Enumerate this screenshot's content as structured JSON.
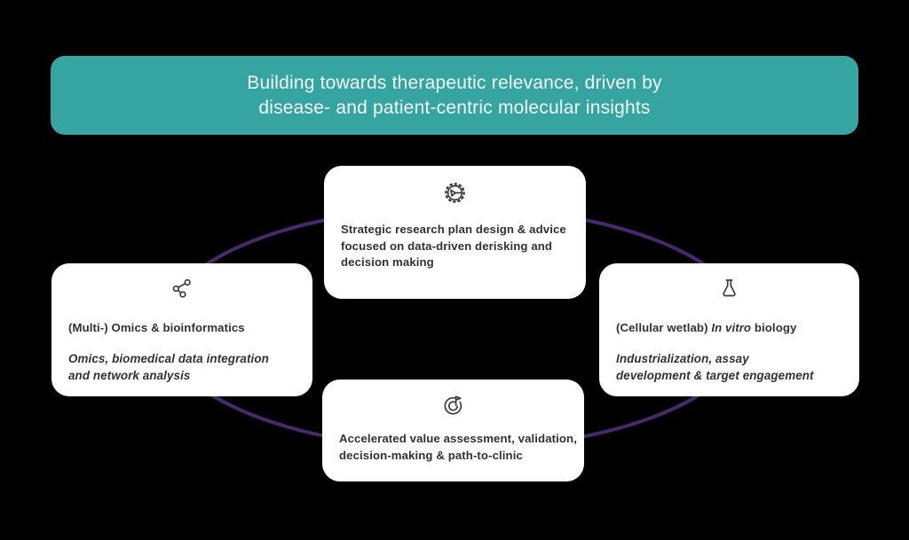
{
  "banner": {
    "lines": [
      "Building towards therapeutic relevance, driven by",
      "disease- and patient-centric molecular insights"
    ]
  },
  "colors": {
    "background": "#000000",
    "banner_bg": "#36a5a2",
    "banner_text": "#f2fbfa",
    "card_bg": "#ffffff",
    "card_text": "#323232",
    "ellipse_stroke": "#472a6d",
    "icon_stroke": "#3b3b3b"
  },
  "icons": {
    "top": "gear-pointer-icon",
    "left": "network-nodes-icon",
    "right": "flask-icon",
    "bottom": "goal-flag-icon"
  },
  "cards": {
    "top": {
      "lines": [
        "Strategic research plan design & advice",
        "focused on data-driven derisking and",
        "decision making"
      ]
    },
    "left": {
      "title": "(Multi-) Omics & bioinformatics",
      "subtitle_lines": [
        "Omics, biomedical data integration",
        "and network analysis"
      ]
    },
    "right": {
      "title_parts": [
        "(Cellular wetlab) ",
        "In vitro",
        " biology"
      ],
      "subtitle_lines": [
        "Industrialization, assay",
        "development & target engagement"
      ]
    },
    "bottom": {
      "lines": [
        "Accelerated value assessment, validation,",
        "decision-making & path-to-clinic"
      ]
    }
  }
}
